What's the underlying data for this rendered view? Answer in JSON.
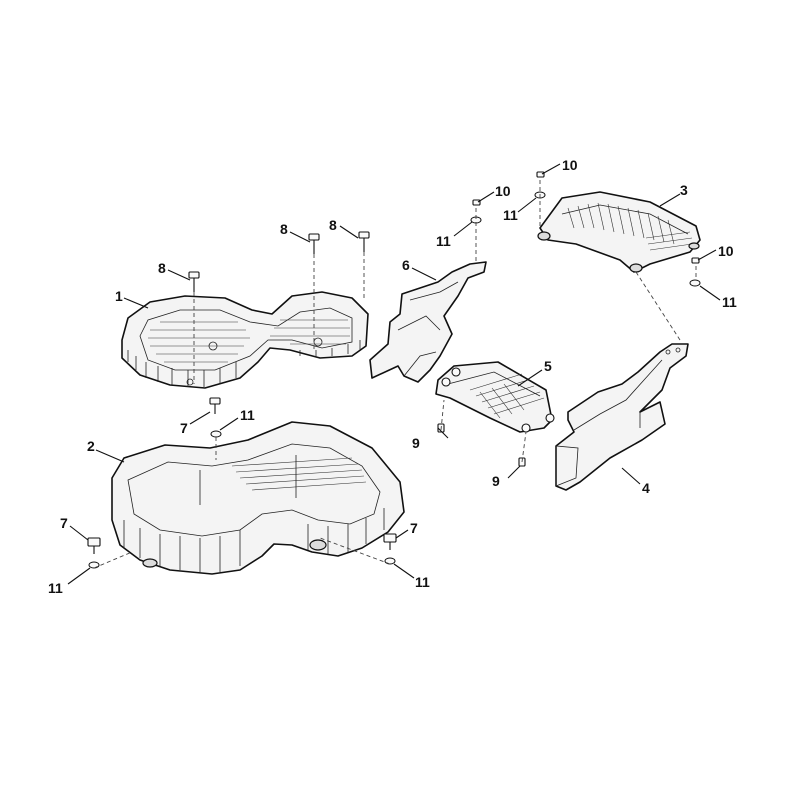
{
  "callouts": {
    "p1": "1",
    "p2": "2",
    "p3": "3",
    "p4": "4",
    "p5": "5",
    "p6": "6",
    "p7a": "7",
    "p7b": "7",
    "p7c": "7",
    "p8a": "8",
    "p8b": "8",
    "p8c": "8",
    "p9a": "9",
    "p9b": "9",
    "p10a": "10",
    "p10b": "10",
    "p10c": "10",
    "p11a": "11",
    "p11b": "11",
    "p11c": "11",
    "p11d": "11",
    "p11e": "11",
    "p11f": "11"
  }
}
